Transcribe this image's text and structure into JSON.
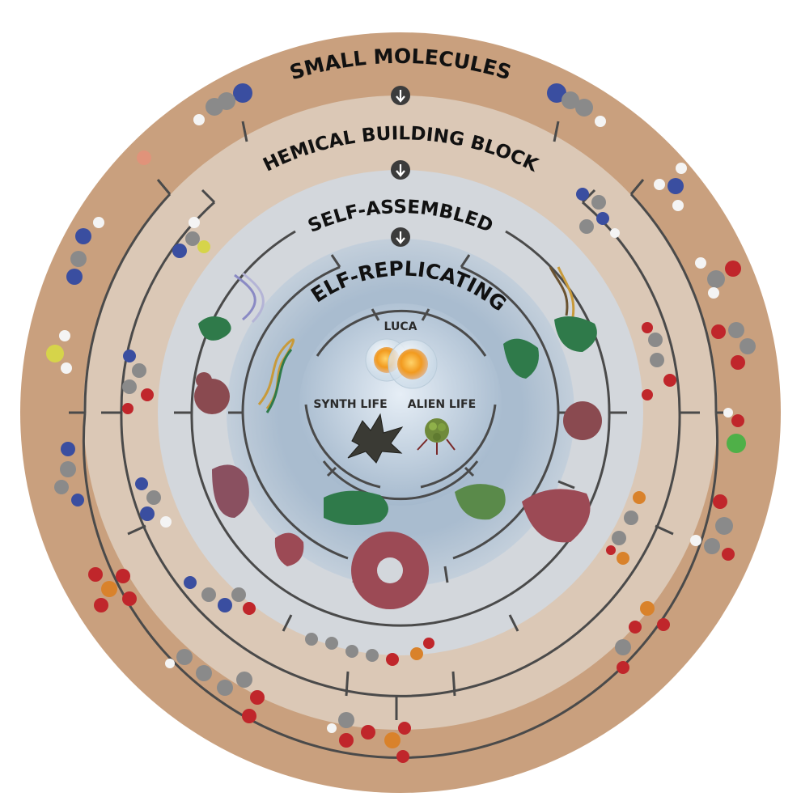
{
  "rings": [
    {
      "label": "SMALL MOLECULES"
    },
    {
      "label": "CHEMICAL BUILDING BLOCKS"
    },
    {
      "label": "SELF-ASSEMBLED"
    },
    {
      "label": "SELF-REPLICATING"
    }
  ],
  "core": {
    "luca": "LUCA",
    "synth_life": "SYNTH LIFE",
    "alien_life": "ALIEN LIFE"
  },
  "colors": {
    "outer_ring": "#c9a07e",
    "building_ring": "#d9c6b4",
    "assembled_ring": "#d6d9dc",
    "replicating_ring": "#b4c3d3",
    "core": "#bed0e1",
    "tree_lines": "#4a4a4a",
    "carbon": "#8a8a8a",
    "oxygen": "#c0262b",
    "nitrogen": "#3a4ea0",
    "hydrogen": "#f4f4f4",
    "phosphorus": "#d9822b",
    "sulfur": "#d6d44a",
    "chlorine": "#4fb048",
    "protein_red": "#9c4a55",
    "protein_green": "#2f7a4a",
    "dna_gold": "#c89a3a",
    "cell_orange": "#f29a1e"
  },
  "icons": {
    "ring_arrow": "down-arrow-icon"
  }
}
